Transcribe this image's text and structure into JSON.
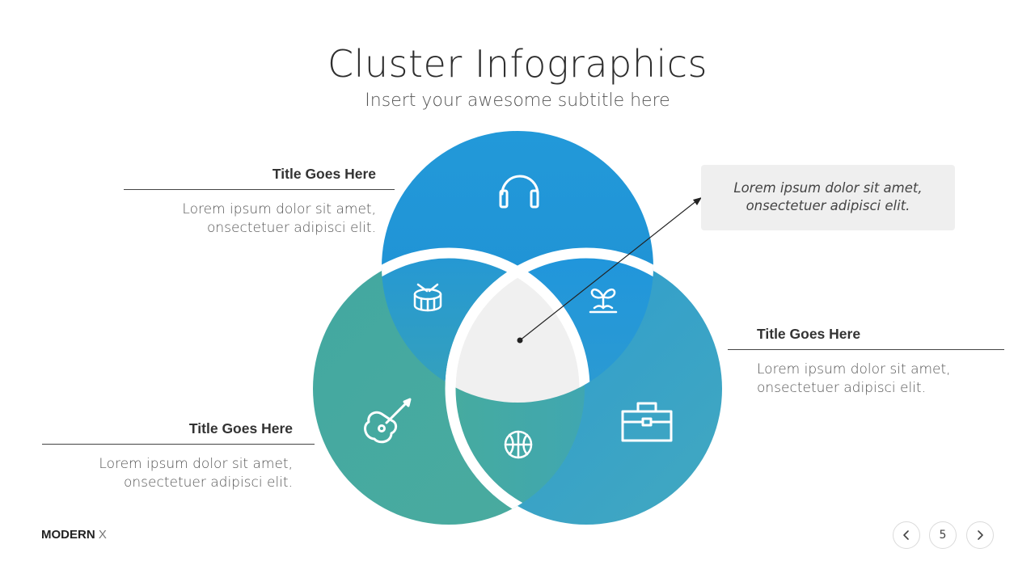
{
  "header": {
    "title": "Cluster Infographics",
    "subtitle": "Insert your awesome subtitle here"
  },
  "blocks": [
    {
      "title": "Title Goes Here",
      "text_line1": "Lorem ipsum dolor sit amet,",
      "text_line2": "onsectetuer adipisci elit."
    },
    {
      "title": "Title Goes Here",
      "text_line1": "Lorem ipsum dolor sit amet,",
      "text_line2": "onsectetuer adipisci elit."
    },
    {
      "title": "Title Goes Here",
      "text_line1": "Lorem ipsum dolor sit amet,",
      "text_line2": "onsectetuer adipisci elit."
    }
  ],
  "callout": {
    "line1": "Lorem ipsum dolor sit amet,",
    "line2": "onsectetuer adipisci elit."
  },
  "footer": {
    "brand_bold": "MODERN",
    "brand_light": "X",
    "page_number": "5"
  },
  "icons": {
    "top": "headphones-icon",
    "left": "guitar-icon",
    "right": "briefcase-icon",
    "top_left_overlap": "drum-icon",
    "top_right_overlap": "sprout-icon",
    "bottom_overlap": "basketball-icon"
  },
  "colors": {
    "top_circle": "#2299d9",
    "left_circle": "#48ab9d",
    "right_circle": "#38a2c6",
    "center": "#f0f0f0",
    "callout_bg": "#efefef"
  }
}
